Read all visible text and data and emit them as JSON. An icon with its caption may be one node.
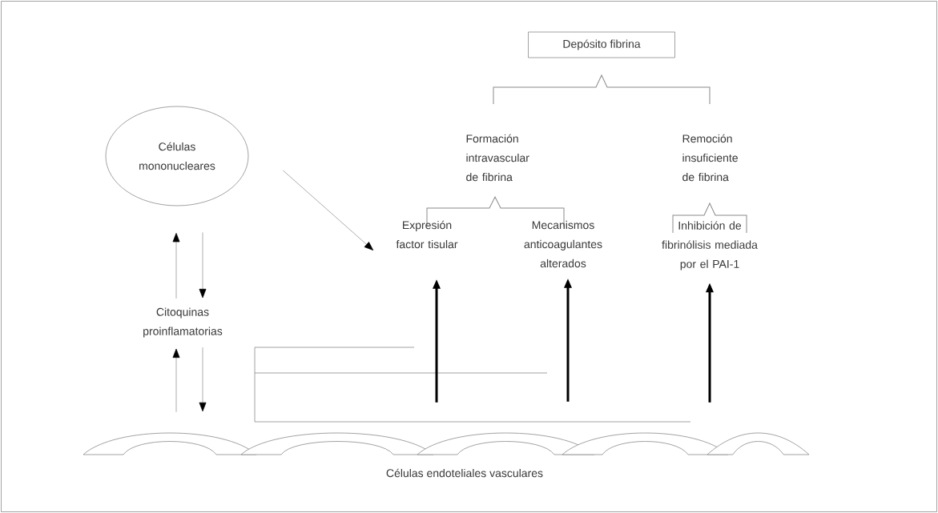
{
  "diagram": {
    "nodes": [
      {
        "text": [
          "Depósito fibrina"
        ]
      },
      {
        "text": [
          "Células mononucleares"
        ]
      },
      {
        "text": [
          "Formación intravascular de fibrina"
        ]
      },
      {
        "text": [
          "Remoción insuficiente de fibrina"
        ]
      },
      {
        "text": [
          "Citoquinas proinflamatorias"
        ]
      },
      {
        "text": [
          "Expresión factor tisular"
        ]
      },
      {
        "text": [
          "Mecanismos anticoagulantes alterados"
        ]
      },
      {
        "text": [
          "Inhibición de fibrinólisis mediada por el PAI-1"
        ]
      },
      {
        "text": [
          "Células endoteliales vasculares"
        ]
      }
    ],
    "edges": [
      {
        "from": 4,
        "to": 1,
        "arrow": "to"
      },
      {
        "from": 1,
        "to": 4,
        "arrow": "to"
      },
      {
        "from": 8,
        "to": 4,
        "arrow": "to"
      },
      {
        "from": 4,
        "to": 8,
        "arrow": "to"
      },
      {
        "from": 1,
        "to": 5,
        "arrow": "to"
      },
      {
        "from": 8,
        "to": 5,
        "arrow": "to",
        "style": "thick",
        "color": "#000000"
      },
      {
        "from": 8,
        "to": 6,
        "arrow": "to",
        "style": "thick",
        "color": "#000000"
      },
      {
        "from": 8,
        "to": 7,
        "arrow": "to",
        "style": "thick",
        "color": "#000000"
      }
    ]
  }
}
